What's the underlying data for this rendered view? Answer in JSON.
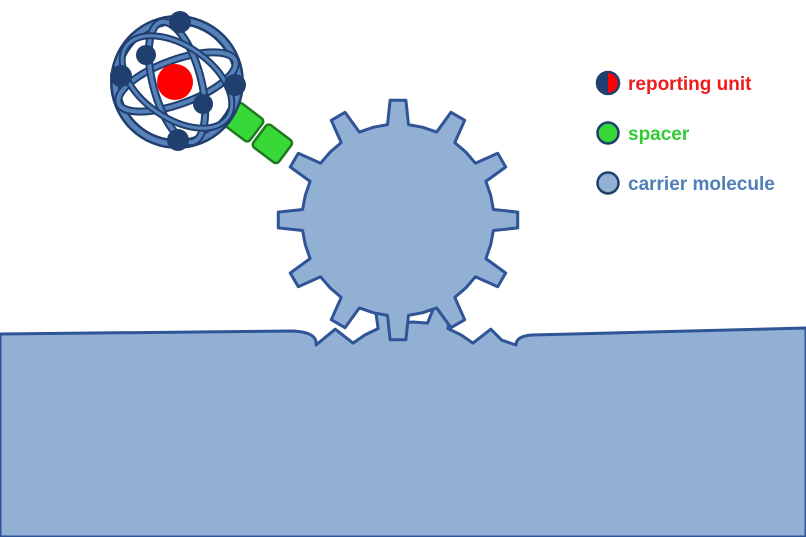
{
  "legend": {
    "items": [
      {
        "label": "reporting unit",
        "icon": "half-red-circle-icon",
        "color": "#ee1c1c"
      },
      {
        "label": "spacer",
        "icon": "green-circle-icon",
        "color": "#33cc33"
      },
      {
        "label": "carrier molecule",
        "icon": "blue-circle-icon",
        "color": "#4f7fb6"
      }
    ]
  },
  "colors": {
    "carrier_fill": "#92afd4",
    "carrier_stroke": "#2f5597",
    "reporter_navy": "#213f6e",
    "reporter_ring": "#5682b9",
    "reporter_core": "#ff0000",
    "spacer_fill": "#38d838",
    "spacer_stroke": "#1f7a1f"
  }
}
